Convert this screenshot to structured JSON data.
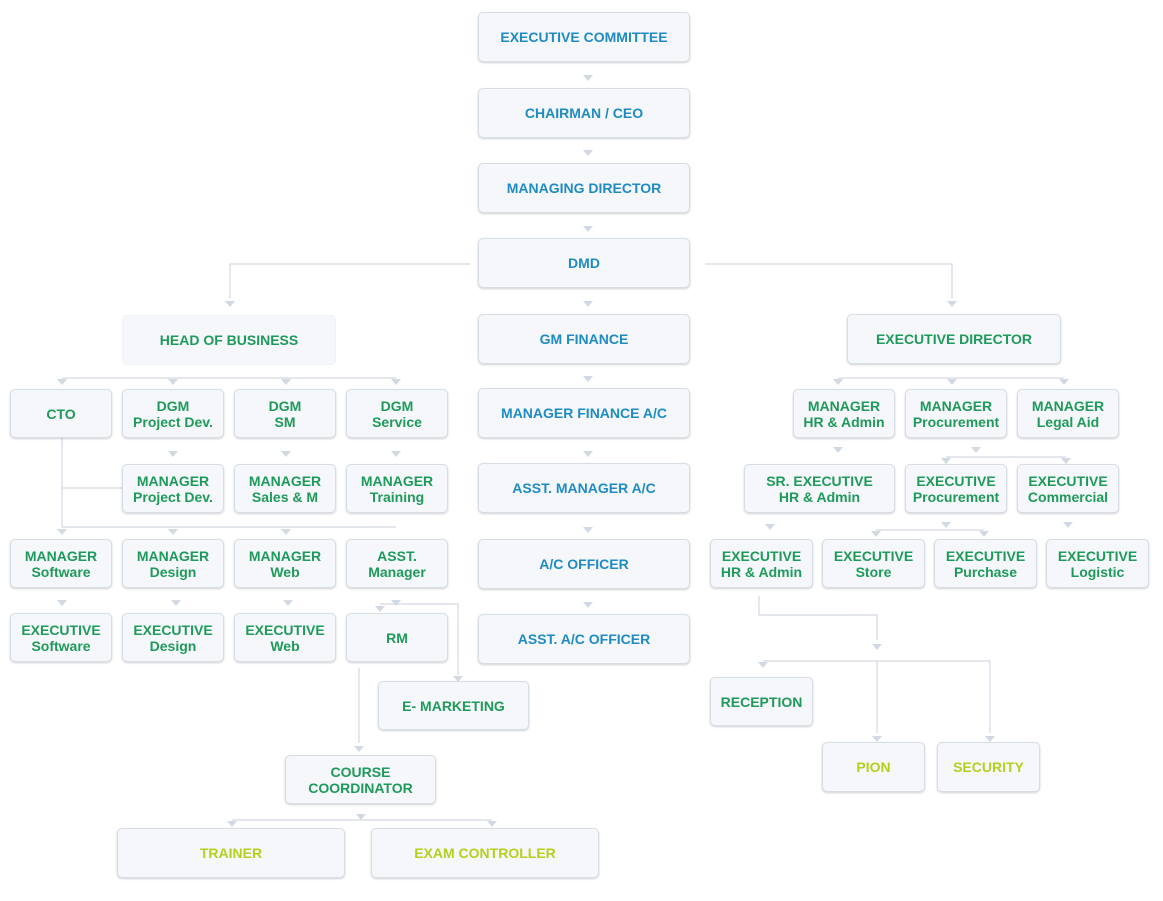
{
  "colors": {
    "top_chain": "#1f8bc4",
    "department": "#1e9a5a",
    "support": "#b7cf1f",
    "connector": "#d3d9e2",
    "box_fill": "#f5f7fa",
    "box_border": "#d6dde5"
  },
  "nodes": {
    "executive_committee": {
      "lines": [
        "EXECUTIVE COMMITTEE"
      ]
    },
    "chairman_ceo": {
      "lines": [
        "CHAIRMAN / CEO"
      ]
    },
    "managing_director": {
      "lines": [
        "MANAGING DIRECTOR"
      ]
    },
    "dmd": {
      "lines": [
        "DMD"
      ]
    },
    "gm_finance": {
      "lines": [
        "GM FINANCE"
      ]
    },
    "manager_finance_ac": {
      "lines": [
        "MANAGER FINANCE A/C"
      ]
    },
    "asst_manager_ac": {
      "lines": [
        "ASST. MANAGER A/C"
      ]
    },
    "ac_officer": {
      "lines": [
        "A/C OFFICER"
      ]
    },
    "asst_ac_officer": {
      "lines": [
        "ASST. A/C OFFICER"
      ]
    },
    "head_of_business": {
      "lines": [
        "HEAD OF BUSINESS"
      ]
    },
    "cto": {
      "lines": [
        "CTO"
      ]
    },
    "dgm_project_dev": {
      "lines": [
        "DGM",
        "Project Dev."
      ]
    },
    "dgm_sm": {
      "lines": [
        "DGM",
        "SM"
      ]
    },
    "dgm_service": {
      "lines": [
        "DGM",
        "Service"
      ]
    },
    "manager_project_dev": {
      "lines": [
        "MANAGER",
        "Project Dev."
      ]
    },
    "manager_sales_m": {
      "lines": [
        "MANAGER",
        "Sales & M"
      ]
    },
    "manager_training": {
      "lines": [
        "MANAGER",
        "Training"
      ]
    },
    "manager_software": {
      "lines": [
        "MANAGER",
        "Software"
      ]
    },
    "manager_design": {
      "lines": [
        "MANAGER",
        "Design"
      ]
    },
    "manager_web": {
      "lines": [
        "MANAGER",
        "Web"
      ]
    },
    "asst_manager": {
      "lines": [
        "ASST.",
        "Manager"
      ]
    },
    "executive_software": {
      "lines": [
        "EXECUTIVE",
        "Software"
      ]
    },
    "executive_design": {
      "lines": [
        "EXECUTIVE",
        "Design"
      ]
    },
    "executive_web": {
      "lines": [
        "EXECUTIVE",
        "Web"
      ]
    },
    "rm": {
      "lines": [
        "RM"
      ]
    },
    "e_marketing": {
      "lines": [
        "E- MARKETING"
      ]
    },
    "course_coordinator": {
      "lines": [
        "COURSE",
        "COORDINATOR"
      ]
    },
    "trainer": {
      "lines": [
        "TRAINER"
      ]
    },
    "exam_controller": {
      "lines": [
        "EXAM CONTROLLER"
      ]
    },
    "executive_director": {
      "lines": [
        "EXECUTIVE DIRECTOR"
      ]
    },
    "manager_hr_admin": {
      "lines": [
        "MANAGER",
        "HR & Admin"
      ]
    },
    "manager_procurement": {
      "lines": [
        "MANAGER",
        "Procurement"
      ]
    },
    "manager_legal_aid": {
      "lines": [
        "MANAGER",
        "Legal Aid"
      ]
    },
    "sr_executive_hr_admin": {
      "lines": [
        "SR. EXECUTIVE",
        "HR & Admin"
      ]
    },
    "executive_procurement": {
      "lines": [
        "EXECUTIVE",
        "Procurement"
      ]
    },
    "executive_commercial": {
      "lines": [
        "EXECUTIVE",
        "Commercial"
      ]
    },
    "executive_hr_admin": {
      "lines": [
        "EXECUTIVE",
        "HR & Admin"
      ]
    },
    "executive_store": {
      "lines": [
        "EXECUTIVE",
        "Store"
      ]
    },
    "executive_purchase": {
      "lines": [
        "EXECUTIVE",
        "Purchase"
      ]
    },
    "executive_logistic": {
      "lines": [
        "EXECUTIVE",
        "Logistic"
      ]
    },
    "reception": {
      "lines": [
        "RECEPTION"
      ]
    },
    "pion": {
      "lines": [
        "PION"
      ]
    },
    "security": {
      "lines": [
        "SECURITY"
      ]
    }
  },
  "edges": [
    [
      "executive_committee",
      "chairman_ceo"
    ],
    [
      "chairman_ceo",
      "managing_director"
    ],
    [
      "managing_director",
      "dmd"
    ],
    [
      "dmd",
      "gm_finance"
    ],
    [
      "dmd",
      "head_of_business"
    ],
    [
      "dmd",
      "executive_director"
    ],
    [
      "gm_finance",
      "manager_finance_ac"
    ],
    [
      "manager_finance_ac",
      "asst_manager_ac"
    ],
    [
      "asst_manager_ac",
      "ac_officer"
    ],
    [
      "ac_officer",
      "asst_ac_officer"
    ],
    [
      "head_of_business",
      "cto"
    ],
    [
      "head_of_business",
      "dgm_project_dev"
    ],
    [
      "head_of_business",
      "dgm_sm"
    ],
    [
      "head_of_business",
      "dgm_service"
    ],
    [
      "dgm_project_dev",
      "manager_project_dev"
    ],
    [
      "dgm_sm",
      "manager_sales_m"
    ],
    [
      "dgm_service",
      "manager_training"
    ],
    [
      "cto",
      "manager_software"
    ],
    [
      "cto",
      "manager_design"
    ],
    [
      "cto",
      "manager_web"
    ],
    [
      "manager_training",
      "asst_manager"
    ],
    [
      "manager_software",
      "executive_software"
    ],
    [
      "manager_design",
      "executive_design"
    ],
    [
      "manager_web",
      "executive_web"
    ],
    [
      "asst_manager",
      "rm"
    ],
    [
      "asst_manager",
      "e_marketing"
    ],
    [
      "rm",
      "course_coordinator"
    ],
    [
      "course_coordinator",
      "trainer"
    ],
    [
      "course_coordinator",
      "exam_controller"
    ],
    [
      "executive_director",
      "manager_hr_admin"
    ],
    [
      "executive_director",
      "manager_procurement"
    ],
    [
      "executive_director",
      "manager_legal_aid"
    ],
    [
      "manager_hr_admin",
      "sr_executive_hr_admin"
    ],
    [
      "manager_procurement",
      "executive_procurement"
    ],
    [
      "manager_procurement",
      "executive_commercial"
    ],
    [
      "sr_executive_hr_admin",
      "executive_hr_admin"
    ],
    [
      "executive_procurement",
      "executive_store"
    ],
    [
      "executive_procurement",
      "executive_purchase"
    ],
    [
      "executive_hr_admin",
      "reception"
    ],
    [
      "executive_hr_admin",
      "pion"
    ],
    [
      "executive_hr_admin",
      "security"
    ]
  ]
}
